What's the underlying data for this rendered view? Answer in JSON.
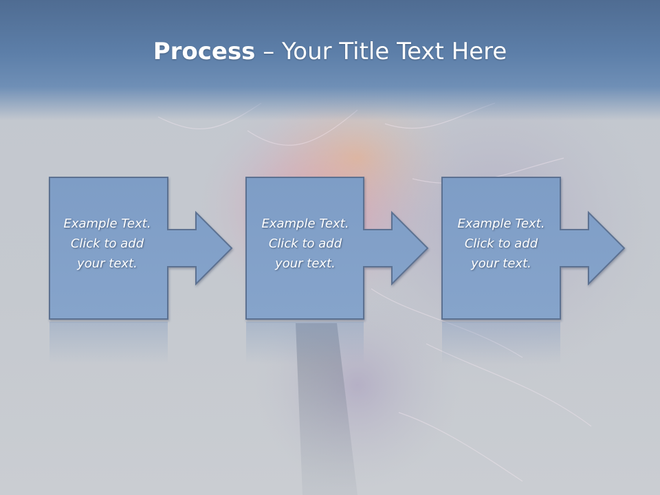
{
  "slide": {
    "title_bold": "Process",
    "title_rest": " – Your Title Text Here"
  },
  "steps": [
    {
      "text_line1": "Example Text.",
      "text_line2": "Click  to add",
      "text_line3": "your text."
    },
    {
      "text_line1": "Example Text.",
      "text_line2": "Click  to add",
      "text_line3": "your text."
    },
    {
      "text_line1": "Example Text.",
      "text_line2": "Click  to add",
      "text_line3": "your text."
    }
  ],
  "colors": {
    "title_band": "#5d7fa9",
    "box_fill": "#7f9fc8",
    "box_stroke": "#5b7191",
    "text": "#ffffff",
    "background": "#c4c8ce"
  }
}
